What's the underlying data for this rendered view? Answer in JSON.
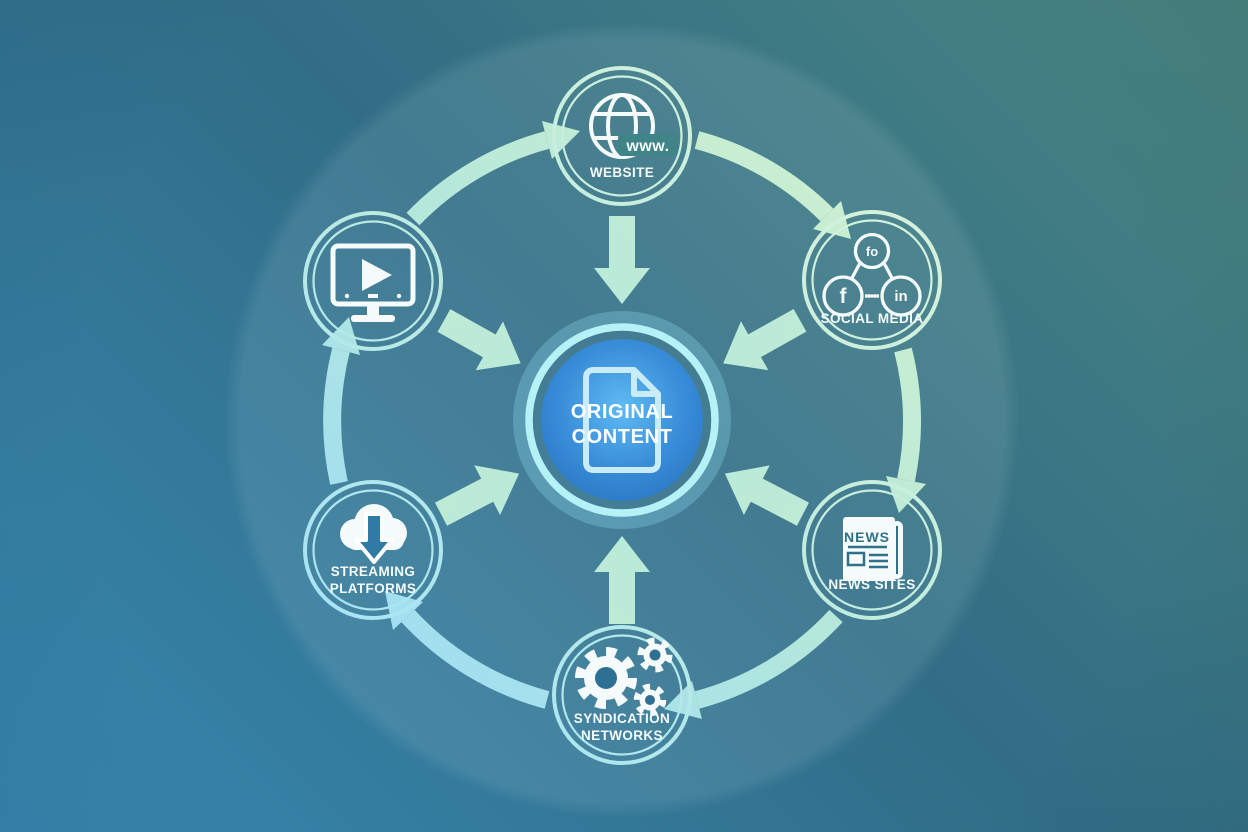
{
  "diagram": {
    "title": "content-syndication-cycle",
    "center": {
      "id": "original-content",
      "lines": [
        "ORIGINAL",
        "CONTENT"
      ],
      "icon": "document-icon"
    },
    "nodes": [
      {
        "id": "website",
        "lines": [
          "WEBSITE"
        ],
        "icon": "globe-www-icon",
        "icon_text": "www."
      },
      {
        "id": "social-media",
        "lines": [
          "SOCIAL MEDIA"
        ],
        "icon": "social-network-icon",
        "icon_badges": [
          "fo",
          "f",
          "in"
        ]
      },
      {
        "id": "news-sites",
        "lines": [
          "NEWS SITES"
        ],
        "icon": "newspaper-icon",
        "icon_text": "NEWS"
      },
      {
        "id": "syndication-networks",
        "lines": [
          "SYNDICATION",
          "NETWORKS"
        ],
        "icon": "gears-icon"
      },
      {
        "id": "streaming-platforms",
        "lines": [
          "STREAMING",
          "PLATFORMS"
        ],
        "icon": "cloud-download-icon"
      },
      {
        "id": "video-player",
        "lines": [],
        "icon": "video-monitor-icon"
      }
    ],
    "flow_clockwise": [
      {
        "from": "website",
        "to": "social-media"
      },
      {
        "from": "social-media",
        "to": "news-sites"
      },
      {
        "from": "news-sites",
        "to": "syndication-networks"
      },
      {
        "from": "syndication-networks",
        "to": "streaming-platforms"
      },
      {
        "from": "streaming-platforms",
        "to": "video-player"
      },
      {
        "from": "video-player",
        "to": "website"
      }
    ],
    "flow_inward": [
      {
        "from": "website",
        "to": "original-content"
      },
      {
        "from": "social-media",
        "to": "original-content"
      },
      {
        "from": "news-sites",
        "to": "original-content"
      },
      {
        "from": "syndication-networks",
        "to": "original-content"
      },
      {
        "from": "streaming-platforms",
        "to": "original-content"
      },
      {
        "from": "video-player",
        "to": "original-content"
      }
    ],
    "colors": {
      "bg_top_right": "#4a8680",
      "bg_middle": "#316d86",
      "bg_bottom_left": "#3787b0",
      "arrow_mint": "#d2f1cd",
      "arrow_cyan": "#9cdcf6",
      "node_ring": "#bfece2",
      "center_disc_blue": "#3a8ed9",
      "center_ring_cyan": "#b5f2f8",
      "icon_white": "#f4fbfa"
    }
  }
}
